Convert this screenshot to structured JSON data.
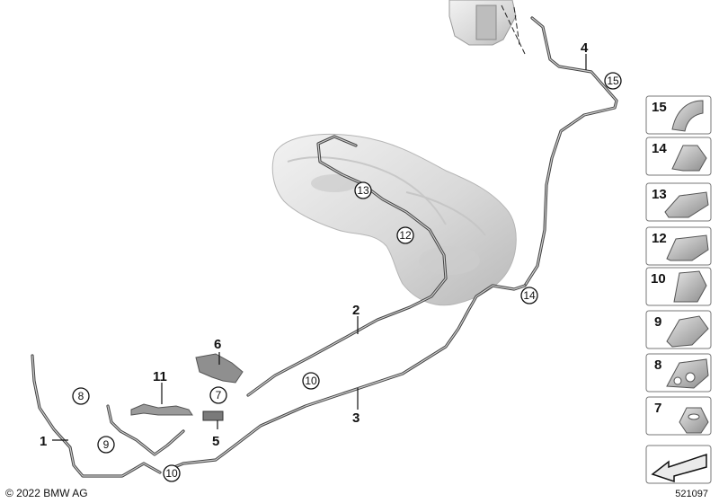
{
  "copyright": "© 2022 BMW AG",
  "diagram_id": "521097",
  "part_labels": [
    "1",
    "2",
    "3",
    "4",
    "5",
    "6",
    "11"
  ],
  "circled_labels": [
    "8",
    "9",
    "10",
    "10",
    "12",
    "13",
    "14",
    "15",
    "7"
  ],
  "sidebar_items": [
    "15",
    "14",
    "13",
    "12",
    "10",
    "9",
    "8",
    "7",
    ""
  ]
}
